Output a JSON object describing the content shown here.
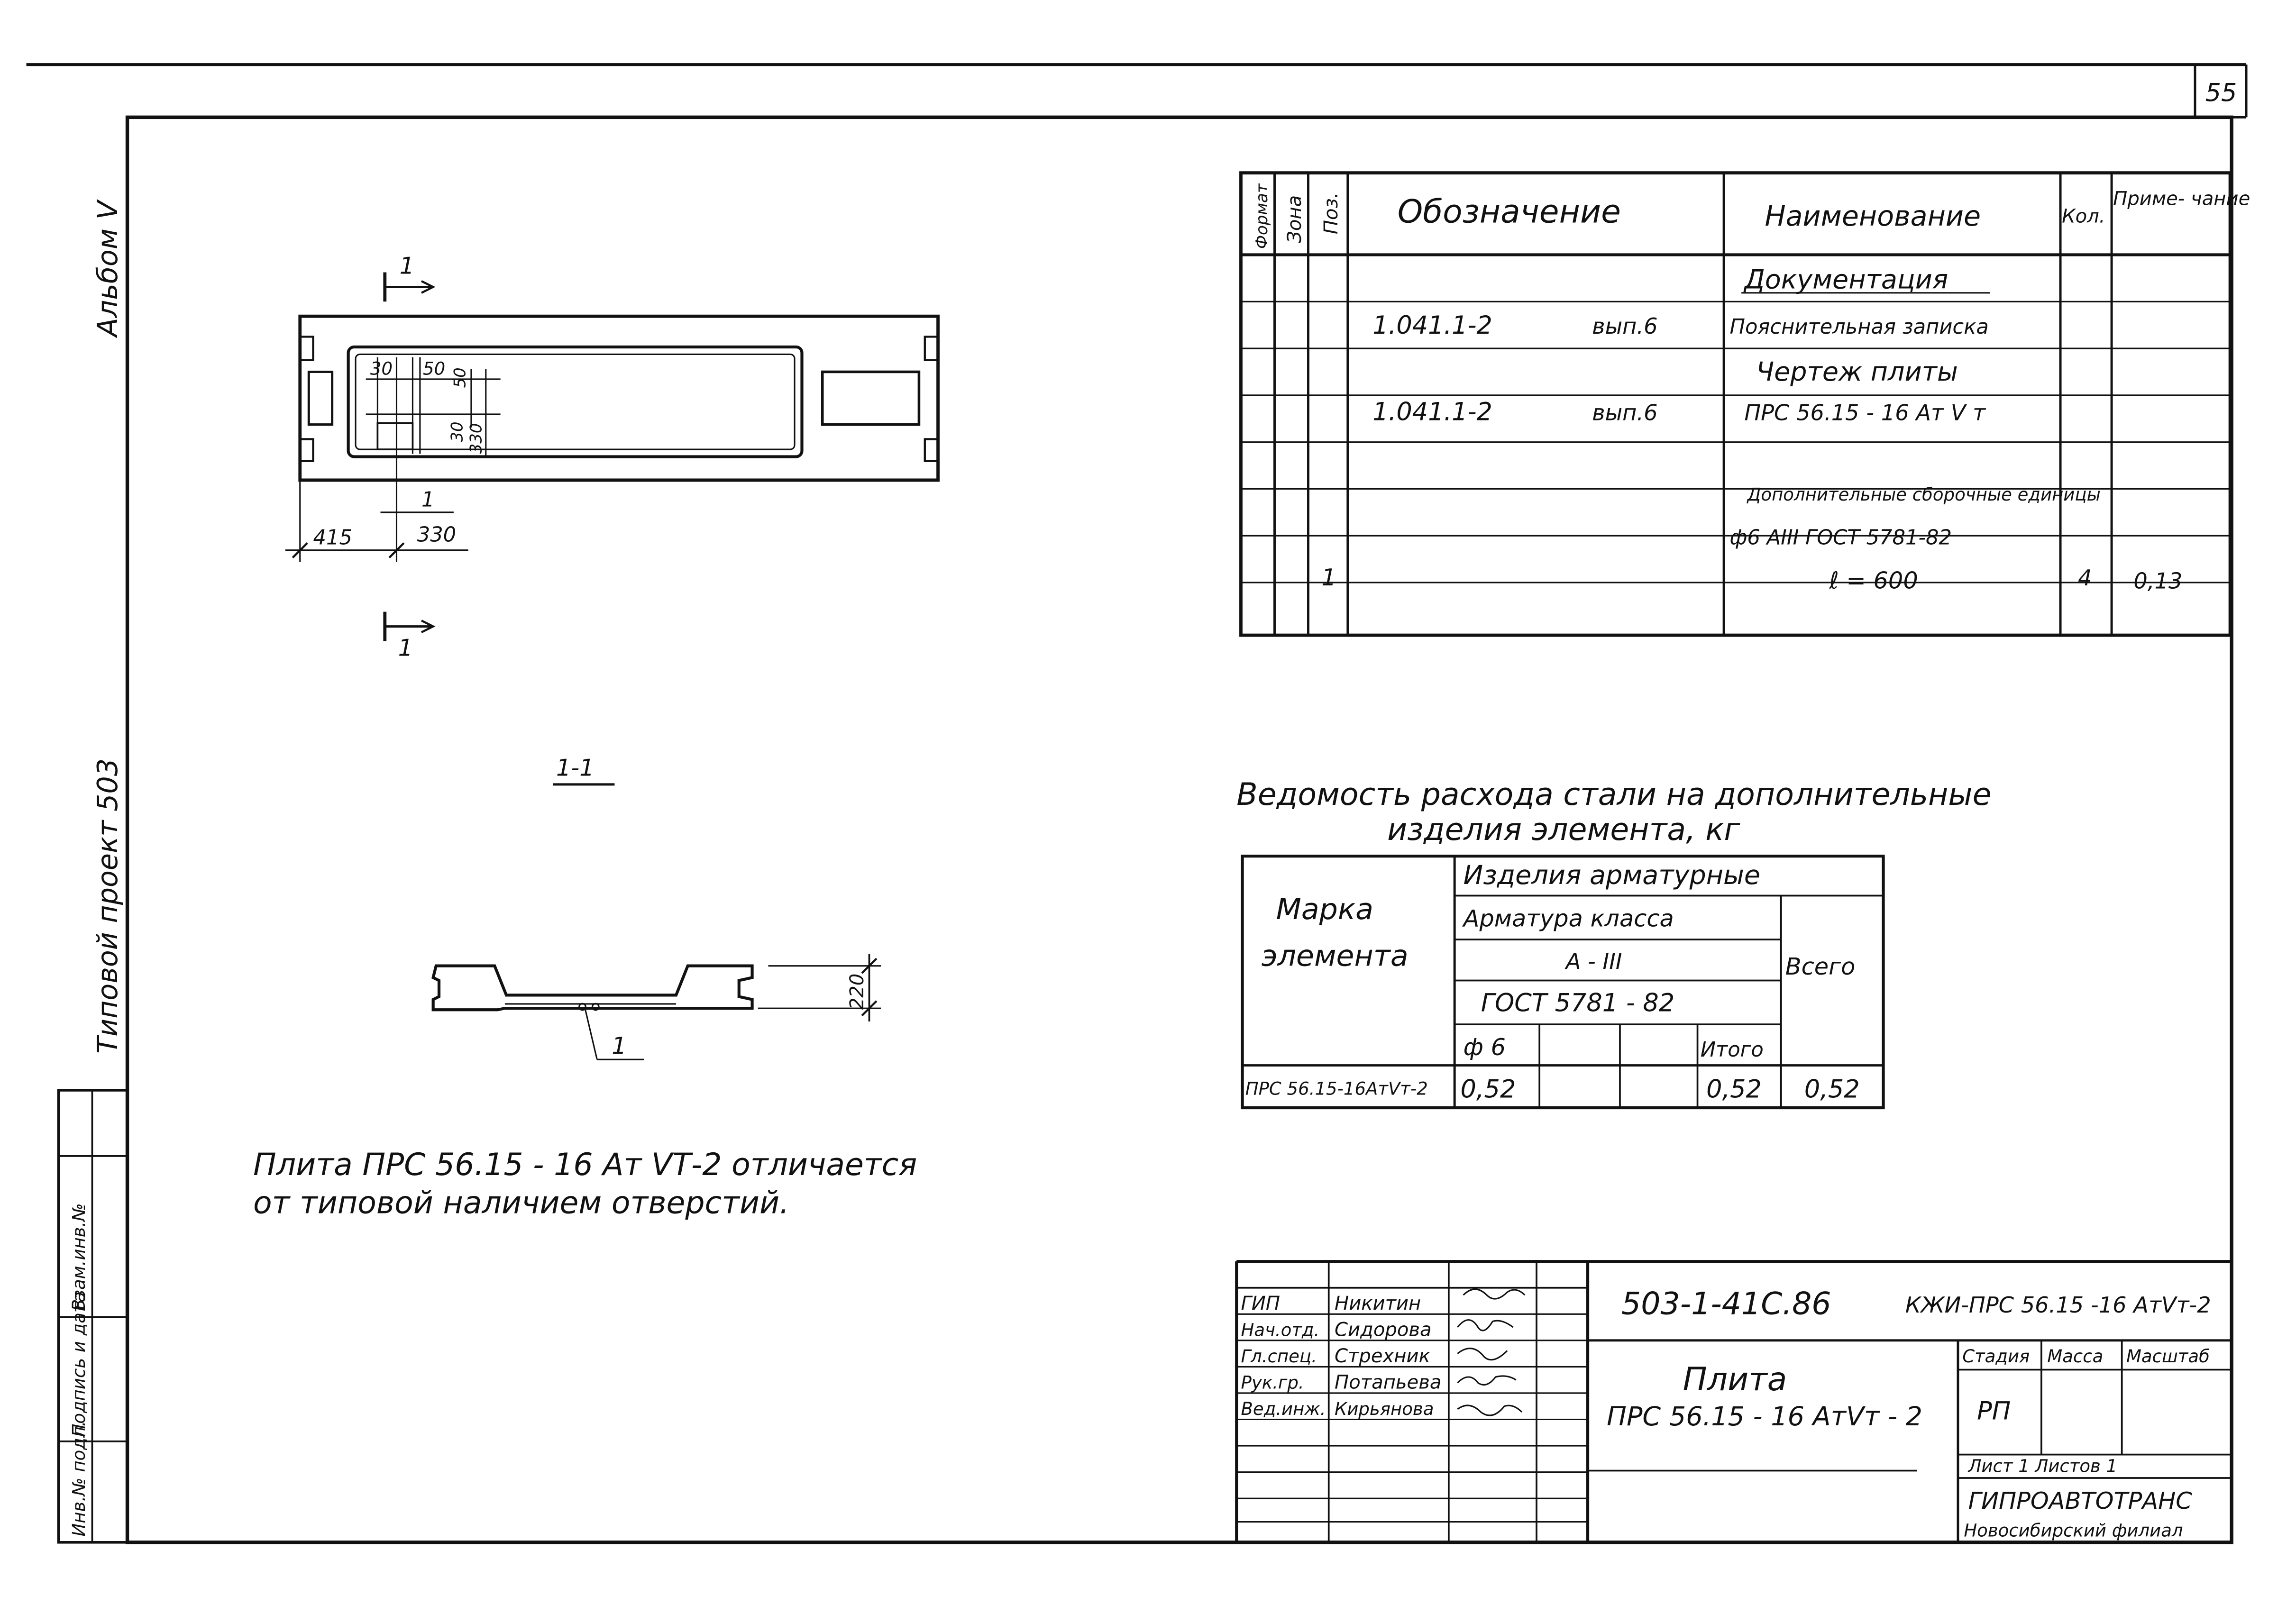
{
  "sheet_number": "55",
  "side_labels": {
    "album": "Альбом V",
    "project": "Типовой проект 503",
    "stamp_cells": [
      "Инв.№ подл.",
      "Подпись и дата",
      "Взам.инв.№"
    ]
  },
  "plan_view": {
    "section_mark": "1",
    "dims": {
      "d415": "415",
      "d330_bottom": "330",
      "d30_a": "30",
      "d50_a": "50",
      "d50_b": "50",
      "d30_b": "30",
      "d330_side": "330"
    },
    "position_mark": "1"
  },
  "section_view": {
    "label": "1-1",
    "height_dim": "220",
    "position_mark": "1"
  },
  "note": {
    "line1": "Плита ПРС 56.15 - 16 Ат VТ-2 отличается",
    "line2": "от типовой наличием отверстий."
  },
  "spec_table": {
    "headers": {
      "format": "Формат",
      "zone": "Зона",
      "pos": "Поз.",
      "designation": "Обозначение",
      "name": "Наименование",
      "qty": "Кол.",
      "note": "Приме- чание"
    },
    "rows": [
      {
        "pos": "",
        "designation": "",
        "ext": "",
        "name": "Документация",
        "qty": "",
        "note": ""
      },
      {
        "pos": "",
        "designation": "1.041.1-2",
        "ext": "вып.6",
        "name": "Пояснительная записка",
        "qty": "",
        "note": ""
      },
      {
        "pos": "",
        "designation": "",
        "ext": "",
        "name": "Чертеж плиты",
        "qty": "",
        "note": ""
      },
      {
        "pos": "",
        "designation": "1.041.1-2",
        "ext": "вып.6",
        "name": "ПРС 56.15 - 16 Ат V т",
        "qty": "",
        "note": ""
      },
      {
        "pos": "",
        "designation": "",
        "ext": "",
        "name": "",
        "qty": "",
        "note": ""
      },
      {
        "pos": "",
        "designation": "",
        "ext": "",
        "name": "Дополнительные сборочные единицы",
        "qty": "",
        "note": ""
      },
      {
        "pos": "",
        "designation": "",
        "ext": "",
        "name": "ф6 АIII ГОСТ 5781-82",
        "qty": "",
        "note": ""
      },
      {
        "pos": "1",
        "designation": "",
        "ext": "",
        "name": "ℓ = 600",
        "qty": "4",
        "note": "0,13"
      }
    ]
  },
  "steel_table": {
    "title_line1": "Ведомость расхода стали на дополнительные",
    "title_line2": "изделия элемента, кг",
    "mark_header": "Марка элемента",
    "group_header": "Изделия арматурные",
    "sub_header": "Арматура класса",
    "class": "А - III",
    "gost": "ГОСТ 5781 - 82",
    "col_phi": "ф 6",
    "col_itogo": "Итого",
    "col_total": "Всего",
    "row": {
      "mark": "ПРС 56.15-16АтVт-2",
      "phi6": "0,52",
      "itogo": "0,52",
      "total": "0,52"
    }
  },
  "title_block": {
    "project_code": "503-1-41С.86",
    "sheet_code": "КЖИ-ПРС 56.15 -16 АтVт-2",
    "staff": [
      {
        "role": "ГИП",
        "name": "Никитин"
      },
      {
        "role": "Нач.отд.",
        "name": "Сидорова"
      },
      {
        "role": "Гл.спец.",
        "name": "Стрехник"
      },
      {
        "role": "Рук.гр.",
        "name": "Потапьева"
      },
      {
        "role": "Вед.инж.",
        "name": "Кирьянова"
      }
    ],
    "title_line1": "Плита",
    "title_line2": "ПРС 56.15 - 16 АтVт - 2",
    "stage_header": "Стадия",
    "mass_header": "Масса",
    "scale_header": "Масштаб",
    "stage_value": "РП",
    "sheet_line": "Лист 1   Листов 1",
    "org_line1": "ГИПРОАВТОТРАНС",
    "org_line2": "Новосибирский филиал"
  }
}
